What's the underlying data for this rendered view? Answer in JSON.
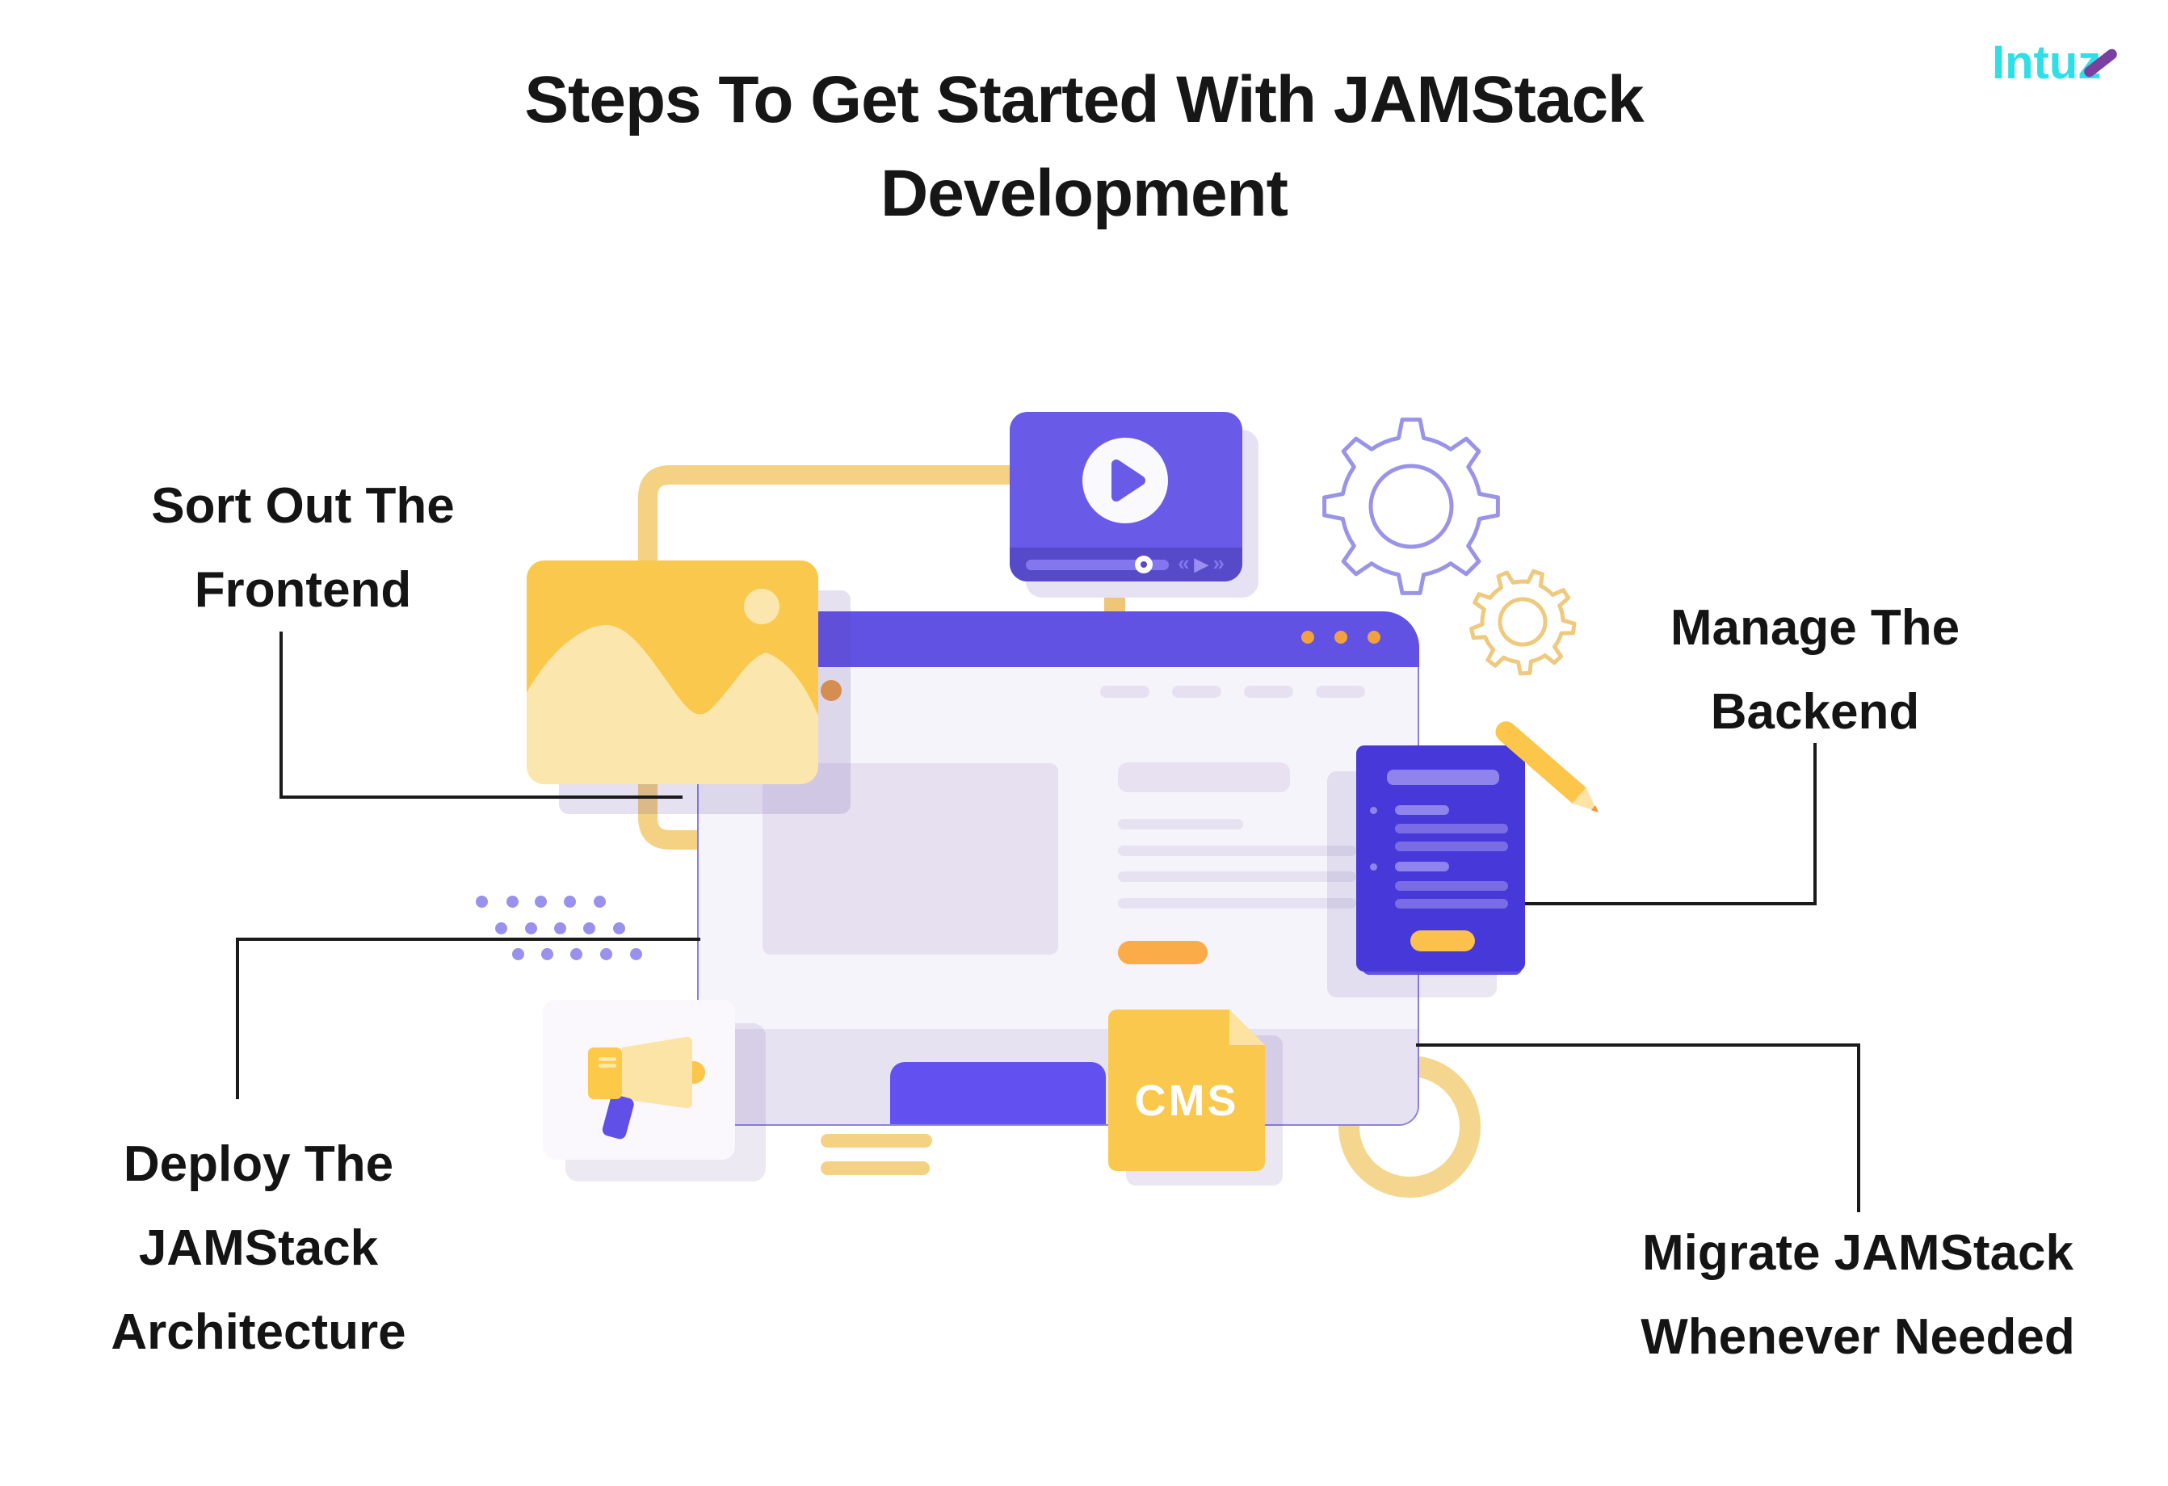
{
  "title": {
    "lines": [
      "Steps To Get Started With JAMStack",
      "Development"
    ]
  },
  "brand": {
    "logo_text": "Intuz"
  },
  "steps": [
    {
      "id": "sort-frontend",
      "lines": [
        "Sort Out The",
        "Frontend"
      ]
    },
    {
      "id": "manage-backend",
      "lines": [
        "Manage The",
        "Backend"
      ]
    },
    {
      "id": "deploy-architecture",
      "lines": [
        "Deploy The",
        "JAMStack",
        "Architecture"
      ]
    },
    {
      "id": "migrate",
      "lines": [
        "Migrate JAMStack",
        "Whenever Needed"
      ]
    }
  ],
  "illustration": {
    "cms_label": "CMS",
    "icons": {
      "play_icon": "▶",
      "rewind_icon": "«",
      "forward_icon": "»",
      "gear_icon": "gear-outline",
      "image_icon": "picture-with-sun-and-mountains",
      "pencil_icon": "pencil",
      "megaphone_icon": "megaphone",
      "document_icon": "checklist-document",
      "file_icon": "cms-file"
    },
    "colors": {
      "purple": "#6152E3",
      "video_purple": "#6A5AE8",
      "indigo_document": "#4739D9",
      "yellow": "#FBC84E",
      "light_yellow": "#FBE7AE",
      "tube_yellow": "#F5D183",
      "orange_button": "#FBAC48",
      "window_dot_orange": "#F2A23C",
      "lavender": "#E6E0F1",
      "periwinkle_gear": "#9A94E8",
      "dots_purple": "#9A91EE",
      "brand_cyan": "#2EDFE7",
      "brand_purple": "#7B3FA0",
      "text": "#161616"
    }
  }
}
